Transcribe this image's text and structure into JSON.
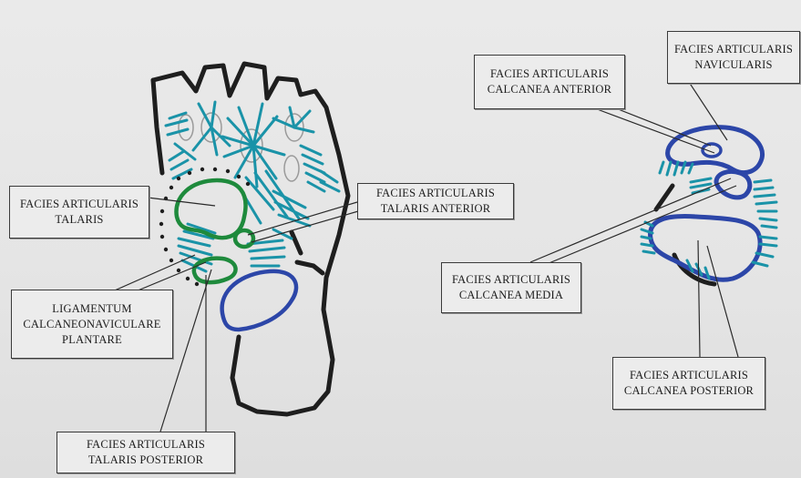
{
  "labels": {
    "talaris": [
      "FACIES ARTICULARIS",
      "TALARIS"
    ],
    "talaris_anterior": [
      "FACIES ARTICULARIS",
      "TALARIS ANTERIOR"
    ],
    "ligamentum": [
      "LIGAMENTUM",
      "CALCANEONAVICULARE",
      "PLANTARE"
    ],
    "talaris_posterior": [
      "FACIES ARTICULARIS",
      "TALARIS POSTERIOR"
    ],
    "calcanea_anterior": [
      "FACIES ARTICULARIS",
      "CALCANEA ANTERIOR"
    ],
    "navicularis": [
      "FACIES ARTICULARIS",
      "NAVICULARIS"
    ],
    "calcanea_media": [
      "FACIES ARTICULARIS",
      "CALCANEA MEDIA"
    ],
    "calcanea_posterior": [
      "FACIES ARTICULARIS",
      "CALCANEA POSTERIOR"
    ]
  },
  "colors": {
    "outline": "#1e1e1e",
    "ligament": "#1a93a8",
    "talar_surface": "#1e8a3c",
    "calcaneal_surface": "#2c46a8"
  }
}
